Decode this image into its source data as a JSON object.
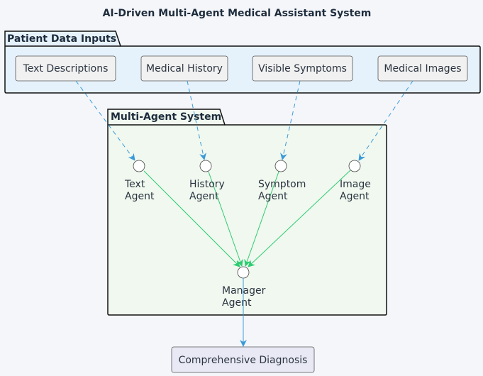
{
  "title": "AI-Driven Multi-Agent Medical Assistant System",
  "packages": {
    "inputs": {
      "label": "Patient Data Inputs",
      "fill": "#e6f2fb"
    },
    "agents": {
      "label": "Multi-Agent System",
      "fill": "#f0f8ef"
    }
  },
  "inputs": [
    {
      "id": "text",
      "label": "Text Descriptions"
    },
    {
      "id": "history",
      "label": "Medical History"
    },
    {
      "id": "symptoms",
      "label": "Visible Symptoms"
    },
    {
      "id": "images",
      "label": "Medical Images"
    }
  ],
  "agents": [
    {
      "id": "text",
      "line1": "Text",
      "line2": "Agent"
    },
    {
      "id": "history",
      "line1": "History",
      "line2": "Agent"
    },
    {
      "id": "symptom",
      "line1": "Symptom",
      "line2": "Agent"
    },
    {
      "id": "image",
      "line1": "Image",
      "line2": "Agent"
    }
  ],
  "manager": {
    "line1": "Manager",
    "line2": "Agent"
  },
  "output": {
    "label": "Comprehensive Diagnosis"
  },
  "colors": {
    "input_edge": "#3a9ad9",
    "agent_edge": "#2ecc71",
    "output_edge": "#3a9ad9"
  }
}
